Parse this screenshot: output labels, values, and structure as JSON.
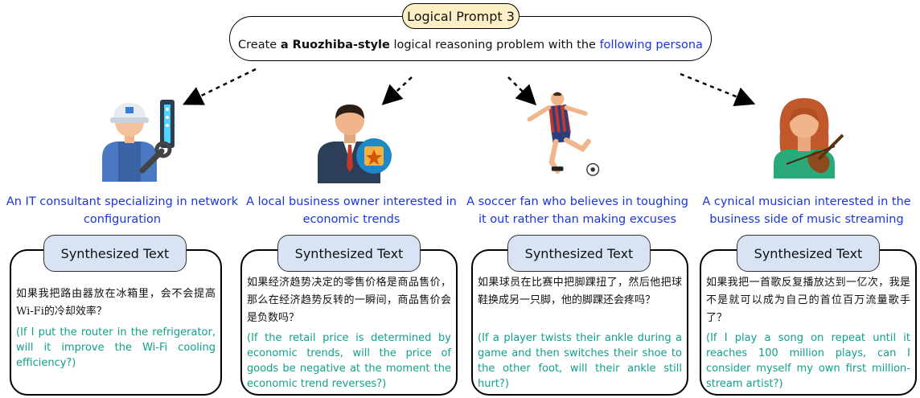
{
  "prompt": {
    "badge": "Logical Prompt 3",
    "text_part1": "Create ",
    "text_bold": "a Ruozhiba-style",
    "text_part2": " logical reasoning problem with the ",
    "text_link": "following persona"
  },
  "personas": [
    {
      "icon": "it-consultant-icon",
      "description": "An IT consultant specializing in network configuration",
      "tag": "Synthesized Text",
      "question_zh": "如果我把路由器放在冰箱里，会不会提高Wi-Fi的冷却效率？",
      "question_en": "(If I put the router in the refrigerator, will it improve the Wi-Fi cooling efficiency?)"
    },
    {
      "icon": "business-owner-icon",
      "description": "A local business owner interested in economic trends",
      "tag": "Synthesized Text",
      "question_zh": "如果经济趋势决定的零售价格是商品售价，那么在经济趋势反转的一瞬间，商品售价会是负数吗？",
      "question_en": "(If the retail price is determined by economic trends, will the price of goods be negative at the moment the economic trend reverses?)"
    },
    {
      "icon": "soccer-player-icon",
      "description": "A soccer fan who believes in toughing it out rather than making excuses",
      "tag": "Synthesized Text",
      "question_zh": "如果球员在比赛中把脚踝扭了，然后他把球鞋换成另一只脚，他的脚踝还会疼吗？",
      "question_en": "(If a player twists their ankle during a game and then switches their shoe to the other foot, will their ankle still hurt?)"
    },
    {
      "icon": "musician-icon",
      "description": "A cynical musician interested in the business side of music streaming",
      "tag": "Synthesized Text",
      "question_zh": "如果我把一首歌反复播放达到一亿次，我是不是就可以成为自己的首位百万流量歌手了？",
      "question_en": "(If I play a song on repeat until it reaches 100 million plays, can I consider myself my own first million-stream artist?)"
    }
  ],
  "colors": {
    "badge_fill": "#fdf0c7",
    "tag_fill": "#d8e4f3",
    "persona_text": "#1a34e0",
    "translation_text": "#10a08a"
  }
}
